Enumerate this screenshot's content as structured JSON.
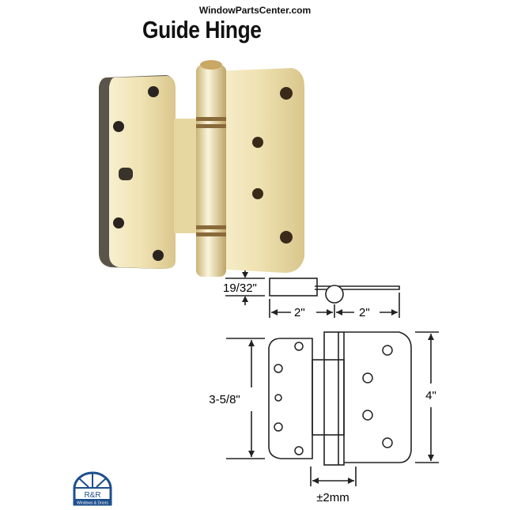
{
  "header": {
    "site": "WindowPartsCenter.com",
    "title": "Guide Hinge"
  },
  "dimensions": {
    "thickness": "19/32\"",
    "leaf_left_width": "2\"",
    "leaf_right_width": "2\"",
    "left_height": "3-5/8\"",
    "right_height": "4\"",
    "offset": "±2mm"
  },
  "logo": {
    "brand": "R&R",
    "tagline": "Windows & Doors",
    "color": "#1d4f8c"
  },
  "colors": {
    "brass": "#efe2b2",
    "line": "#222222"
  }
}
